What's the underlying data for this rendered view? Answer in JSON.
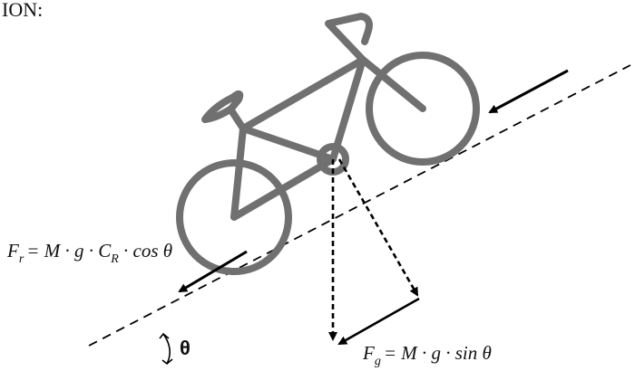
{
  "header": {
    "partial_text": "ION:"
  },
  "labels": {
    "rolling_resistance": {
      "symbol": "F",
      "subscript": "r",
      "rhs": "= M · g · C",
      "rhs_sub": "R",
      "rhs_tail": " · cos θ"
    },
    "gravity_component": {
      "symbol": "F",
      "subscript": "g",
      "rhs": "= M · g · sin θ"
    },
    "angle": "θ"
  },
  "colors": {
    "bike": "#707070",
    "line": "#000000"
  }
}
